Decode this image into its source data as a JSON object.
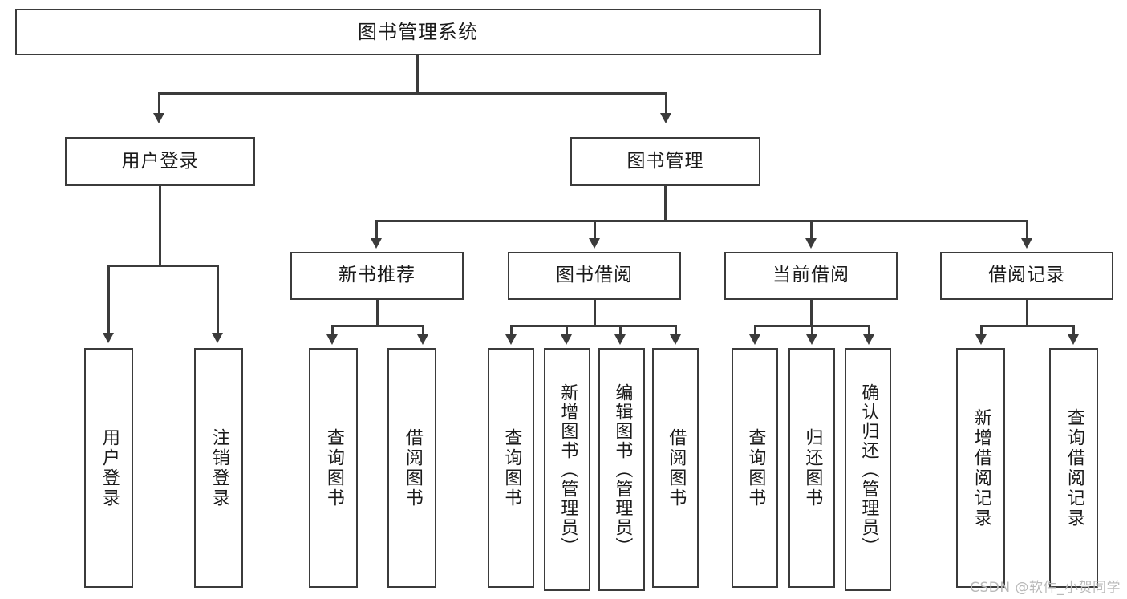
{
  "diagram": {
    "type": "tree-hierarchy",
    "title": "图书管理系统",
    "root": {
      "label": "图书管理系统"
    },
    "level2": [
      {
        "label": "用户登录"
      },
      {
        "label": "图书管理"
      }
    ],
    "level3": [
      {
        "label": "新书推荐"
      },
      {
        "label": "图书借阅"
      },
      {
        "label": "当前借阅"
      },
      {
        "label": "借阅记录"
      }
    ],
    "leaves": {
      "user_login": [
        {
          "label": "用户登录"
        },
        {
          "label": "注销登录"
        }
      ],
      "new_book_recommend": [
        {
          "label": "查询图书"
        },
        {
          "label": "借阅图书"
        }
      ],
      "book_borrow": [
        {
          "label": "查询图书"
        },
        {
          "label": "新增图书（管理员）"
        },
        {
          "label": "编辑图书（管理员）"
        },
        {
          "label": "借阅图书"
        }
      ],
      "current_borrow": [
        {
          "label": "查询图书"
        },
        {
          "label": "归还图书"
        },
        {
          "label": "确认归还（管理员）"
        }
      ],
      "borrow_record": [
        {
          "label": "新增借阅记录"
        },
        {
          "label": "查询借阅记录"
        }
      ]
    }
  },
  "watermark": {
    "text": "CSDN @软件_小贺同学"
  },
  "colors": {
    "border": "#3b3b3b",
    "background": "#ffffff",
    "text": "#1a1a1a",
    "watermark": "#b9b9b9"
  }
}
